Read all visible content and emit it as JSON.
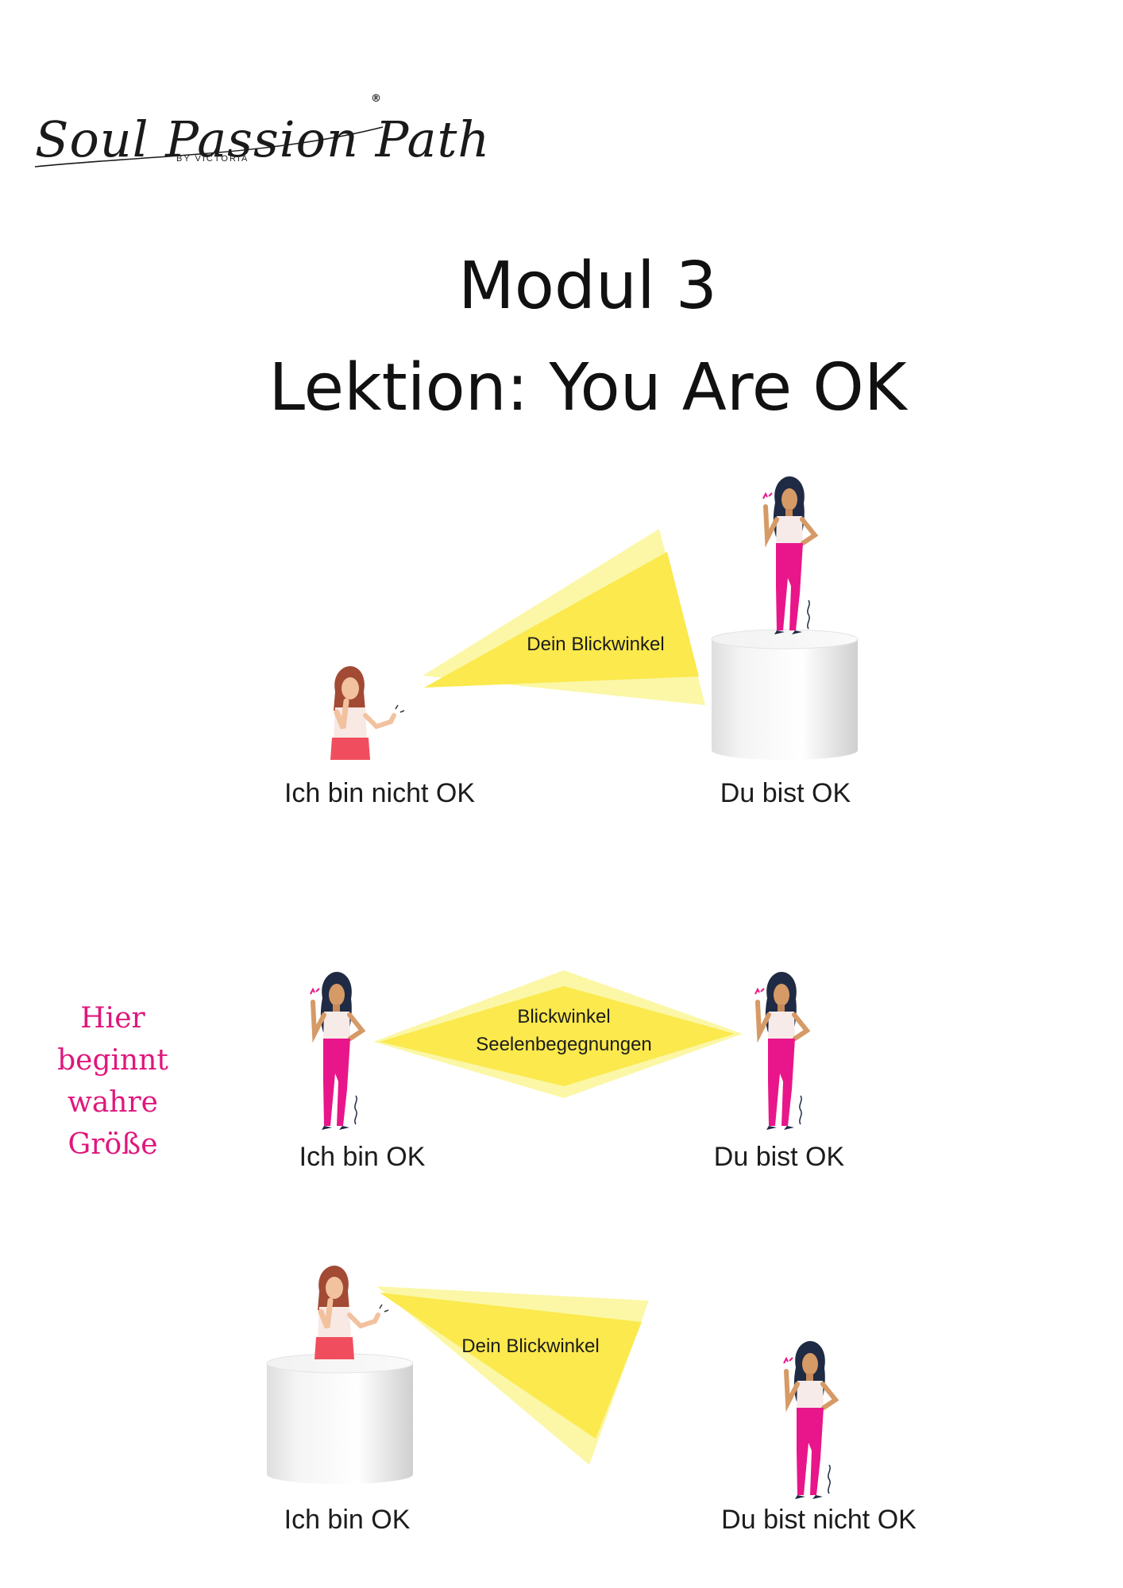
{
  "logo": {
    "wordmark": "Soul Passion Path",
    "byline": "BY VICTORIA",
    "registered": "®"
  },
  "title": {
    "line1": "Modul 3",
    "line2": "Lektion: You Are OK"
  },
  "scenes": [
    {
      "beam_label": [
        "Dein Blickwinkel"
      ],
      "left_label": "Ich bin nicht OK",
      "right_label": "Du bist OK"
    },
    {
      "beam_label": [
        "Blickwinkel",
        "Seelenbegegnungen"
      ],
      "left_label": "Ich bin OK",
      "right_label": "Du bist OK"
    },
    {
      "beam_label": [
        "Dein Blickwinkel"
      ],
      "left_label": "Ich bin OK",
      "right_label": "Du bist nicht OK"
    }
  ],
  "motto": [
    "Hier",
    "beginnt",
    "wahre",
    "Größe"
  ],
  "colors": {
    "beam_light": "#fbf7a6",
    "beam_main": "#fbe94d",
    "accent_pink": "#e0167c",
    "pants_pink": "#e8168a",
    "skirt_coral": "#f04e5e"
  }
}
